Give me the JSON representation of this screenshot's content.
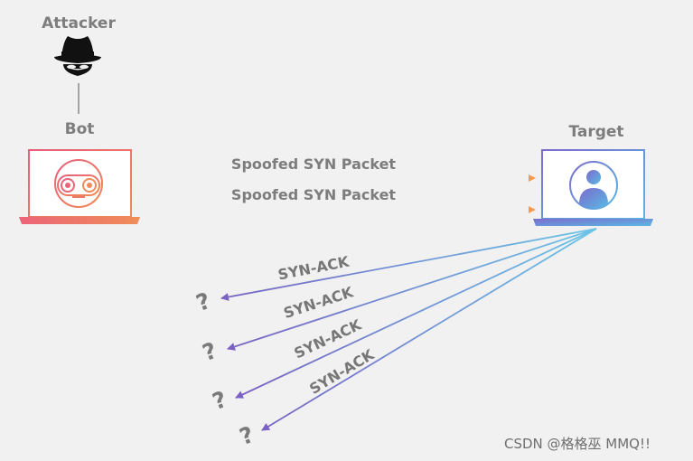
{
  "attacker": {
    "label": "Attacker",
    "icon": "spy-hat-icon"
  },
  "bot": {
    "label": "Bot",
    "icon": "robot-icon",
    "gradient": [
      "#e9607a",
      "#f18a57"
    ]
  },
  "target": {
    "label": "Target",
    "icon": "user-icon",
    "gradient": [
      "#7d6fd0",
      "#56b6e4"
    ]
  },
  "spoofed_packets": [
    {
      "label": "Spoofed SYN Packet"
    },
    {
      "label": "Spoofed SYN Packet"
    }
  ],
  "syn_ack_responses": [
    {
      "label": "SYN-ACK",
      "destination": "?"
    },
    {
      "label": "SYN-ACK",
      "destination": "?"
    },
    {
      "label": "SYN-ACK",
      "destination": "?"
    },
    {
      "label": "SYN-ACK",
      "destination": "?"
    }
  ],
  "colors": {
    "background": "#f1f1f1",
    "label_gray": "#7a7a7a",
    "attack_orange": "#f08a5d",
    "response_purple": "#7b6cc7",
    "response_blue": "#6fc3e6"
  },
  "watermark": "CSDN @格格巫 MMQ!!"
}
